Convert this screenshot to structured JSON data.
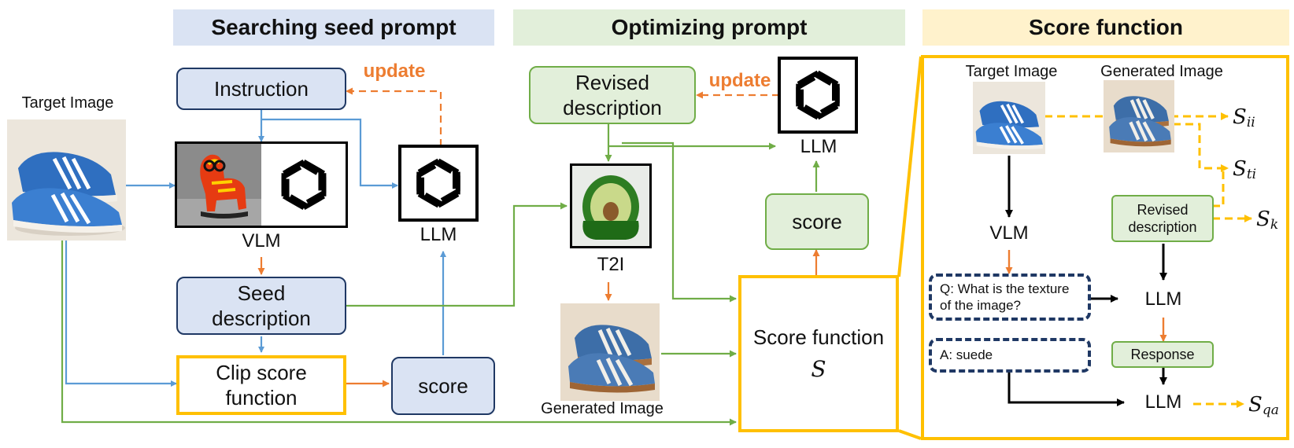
{
  "sections": {
    "search": "Searching seed prompt",
    "optimize": "Optimizing prompt",
    "score": "Score function"
  },
  "left": {
    "target_image_label": "Target Image",
    "instruction": "Instruction",
    "update": "update",
    "vlm": "VLM",
    "llm": "LLM",
    "seed_description": "Seed description",
    "clip_score_function": "Clip score function",
    "score": "score"
  },
  "middle": {
    "revised_description": "Revised description",
    "update": "update",
    "llm": "LLM",
    "t2i": "T2I",
    "score": "score",
    "generated_image_label": "Generated Image",
    "score_function_label": "Score function",
    "score_function_symbol": "S"
  },
  "right": {
    "target_image_label": "Target Image",
    "generated_image_label": "Generated Image",
    "vlm": "VLM",
    "revised_description": "Revised description",
    "question": "Q: What is the texture of the image?",
    "llm_1": "LLM",
    "response": "Response",
    "answer": "A: suede",
    "llm_2": "LLM",
    "outputs": {
      "s_ii": {
        "base": "S",
        "sub": "ii"
      },
      "s_ti": {
        "base": "S",
        "sub": "ti"
      },
      "s_k": {
        "base": "S",
        "sub": "k"
      },
      "s_qa": {
        "base": "S",
        "sub": "qa"
      }
    }
  },
  "colors": {
    "blue_arrow": "#5b9bd5",
    "orange_arrow": "#ed7d31",
    "green_arrow": "#70ad47",
    "gold_dashed": "#ffc000",
    "black_arrow": "#000000",
    "blue_box_fill": "#dae3f3",
    "green_box_fill": "#e2efda",
    "gold_banner_fill": "#fff2cc"
  },
  "icons": [
    "openai-logo-icon",
    "shoe-photo",
    "avocado-chair-photo",
    "toy-llama-photo"
  ]
}
